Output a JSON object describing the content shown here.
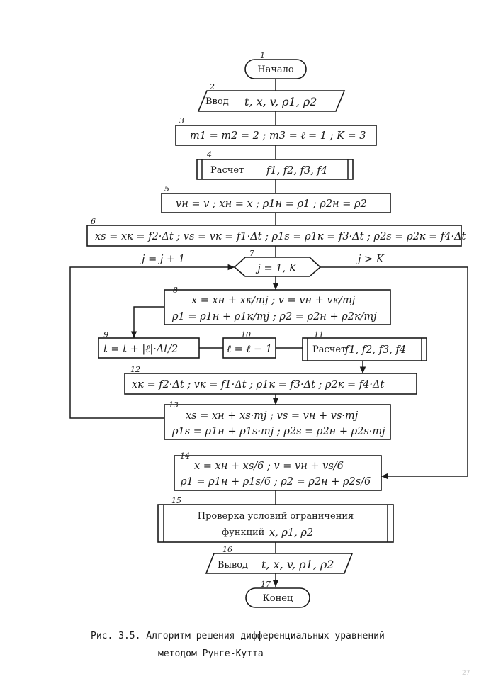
{
  "flowchart": {
    "blocks": {
      "b1": {
        "num": "1",
        "text": "Начало"
      },
      "b2": {
        "num": "2",
        "label": "Ввод",
        "formula": "t, x, v, ρ1, ρ2"
      },
      "b3": {
        "num": "3",
        "formula": "m1 = m2 = 2 ; m3 = ℓ = 1 ; K = 3"
      },
      "b4": {
        "num": "4",
        "label": "Расчет",
        "formula": "f1, f2, f3, f4"
      },
      "b5": {
        "num": "5",
        "formula": "vн = v ; xн = x ; ρ1н = ρ1 ; ρ2н = ρ2"
      },
      "b6": {
        "num": "6",
        "formula": "xs = xк = f2·Δt ; vs = vк = f1·Δt ; ρ1s = ρ1к = f3·Δt ; ρ2s = ρ2к = f4·Δt"
      },
      "b7": {
        "num": "7",
        "formula": "j = 1, K"
      },
      "b8": {
        "num": "8",
        "line1": "x = xн + xк/mj ; v = vн + vк/mj",
        "line2": "ρ1 = ρ1н + ρ1к/mj ; ρ2 = ρ2н + ρ2к/mj"
      },
      "b9": {
        "num": "9",
        "formula": "t = t + |ℓ|·Δt/2"
      },
      "b10": {
        "num": "10",
        "formula": "ℓ = ℓ − 1"
      },
      "b11": {
        "num": "11",
        "label": "Расчет",
        "formula": "f1, f2, f3, f4"
      },
      "b12": {
        "num": "12",
        "formula": "xк = f2·Δt ; vк = f1·Δt ; ρ1к = f3·Δt ; ρ2к = f4·Δt"
      },
      "b13": {
        "num": "13",
        "line1": "xs = xн + xs·mj ; vs = vн + vs·mj",
        "line2": "ρ1s = ρ1н + ρ1s·mj ; ρ2s = ρ2н + ρ2s·mj"
      },
      "b14": {
        "num": "14",
        "line1": "x = xн + xs/6 ; v = vн + vs/6",
        "line2": "ρ1 = ρ1н + ρ1s/6 ; ρ2 = ρ2н + ρ2s/6"
      },
      "b15": {
        "num": "15",
        "line1": "Проверка условий ограничения",
        "line2_label": "функций",
        "line2_formula": "x, ρ1, ρ2"
      },
      "b16": {
        "num": "16",
        "label": "Вывод",
        "formula": "t, x, v, ρ1, ρ2"
      },
      "b17": {
        "num": "17",
        "text": "Конец"
      }
    },
    "loop_labels": {
      "increment": "j = j + 1",
      "exit": "j > K"
    }
  },
  "caption": {
    "line1": "Рис. 3.5. Алгоритм решения дифференциальных уравнений",
    "line2": "методом Рунге-Кутта"
  },
  "corner_mark": "27"
}
